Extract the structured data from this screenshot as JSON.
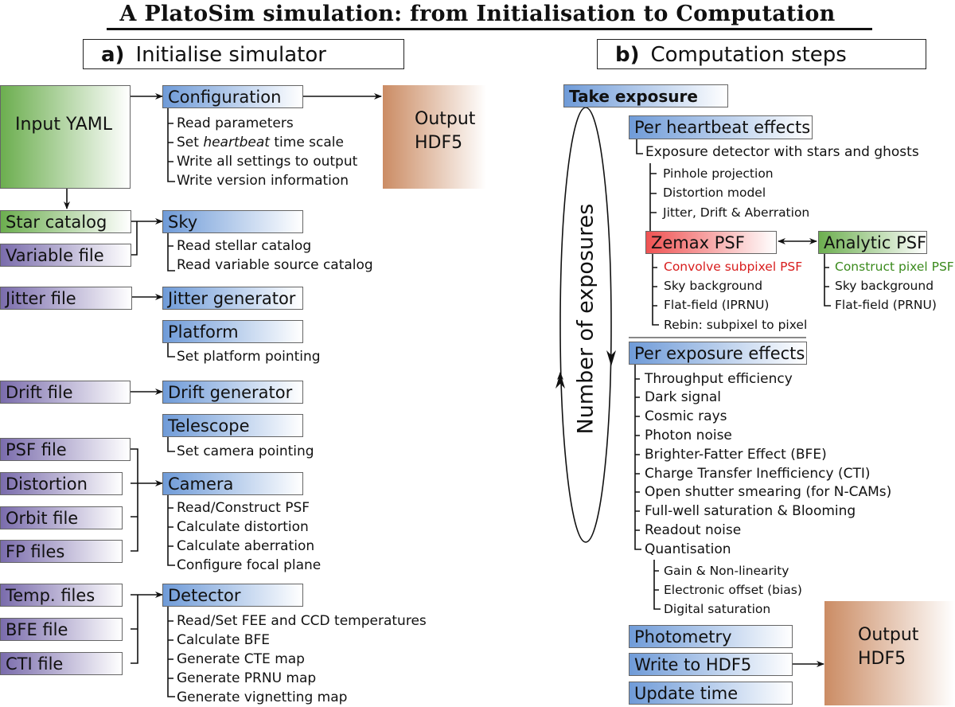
{
  "title": "A PlatoSim simulation: from Initialisation to Computation",
  "panel_a": {
    "letter": "a)",
    "heading": "Initialise simulator",
    "inputs": {
      "input_yaml": "Input YAML",
      "star_catalog": "Star catalog",
      "variable_file": "Variable file",
      "jitter_file": "Jitter file",
      "drift_file": "Drift file",
      "psf_file": "PSF file",
      "distortion": "Distortion",
      "orbit_file": "Orbit file",
      "fp_files": "FP files",
      "temp_files": "Temp. files",
      "bfe_file": "BFE file",
      "cti_file": "CTI file"
    },
    "output": {
      "line1": "Output",
      "line2": "HDF5"
    },
    "modules": {
      "configuration": {
        "label": "Configuration",
        "items": [
          "Read parameters",
          "Set ",
          "heartbeat",
          " time scale",
          "Write all settings to output",
          "Write version information"
        ]
      },
      "sky": {
        "label": "Sky",
        "items": [
          "Read stellar catalog",
          "Read variable source catalog"
        ]
      },
      "jitter": {
        "label": "Jitter generator"
      },
      "platform": {
        "label": "Platform",
        "items": [
          "Set platform pointing"
        ]
      },
      "drift": {
        "label": "Drift generator"
      },
      "telescope": {
        "label": "Telescope",
        "items": [
          "Set camera pointing"
        ]
      },
      "camera": {
        "label": "Camera",
        "items": [
          "Read/Construct PSF",
          "Calculate distortion",
          "Calculate aberration",
          "Configure focal plane"
        ]
      },
      "detector": {
        "label": "Detector",
        "items": [
          "Read/Set FEE and CCD temperatures",
          "Calculate BFE",
          "Generate CTE map",
          "Generate PRNU map",
          "Generate vignetting map"
        ]
      }
    }
  },
  "panel_b": {
    "letter": "b)",
    "heading": "Computation steps",
    "take_exposure": "Take exposure",
    "loop_label": "Number of exposures",
    "per_heartbeat": {
      "label": "Per heartbeat effects",
      "child": "Exposure detector with stars and ghosts",
      "subitems": [
        "Pinhole projection",
        "Distortion model",
        "Jitter, Drift & Aberration"
      ]
    },
    "zemax": {
      "label": "Zemax PSF",
      "items": [
        "Convolve subpixel PSF",
        "Sky background",
        "Flat-field (IPRNU)",
        "Rebin: subpixel to pixel"
      ]
    },
    "analytic": {
      "label": "Analytic PSF",
      "items": [
        "Construct pixel PSF",
        "Sky background",
        "Flat-field (PRNU)"
      ]
    },
    "per_exposure": {
      "label": "Per exposure effects",
      "items": [
        "Throughput efficiency",
        "Dark signal",
        "Cosmic rays",
        "Photon noise",
        "Brighter-Fatter Effect (BFE)",
        "Charge Transfer Inefficiency (CTI)",
        "Open shutter smearing (for N-CAMs)",
        "Full-well saturation & Blooming",
        "Readout noise",
        "Quantisation"
      ],
      "quantisation_items": [
        "Gain & Non-linearity",
        "Electronic offset (bias)",
        "Digital saturation"
      ]
    },
    "photometry": "Photometry",
    "write_hdf5": "Write to HDF5",
    "update_time": "Update time",
    "output": {
      "line1": "Output",
      "line2": "HDF5"
    }
  },
  "colors": {
    "module_blue": "#6f9bd8",
    "file_purple": "#7a6cac",
    "input_green": "#6cae4f",
    "zemax_red": "#ef5252",
    "output_orange": "#cb8c64",
    "red_text": "#d81c1c",
    "green_text": "#3a8a1c"
  }
}
